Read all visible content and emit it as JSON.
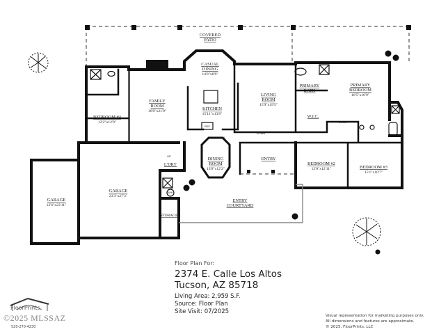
{
  "rooms": {
    "covered_patio": {
      "line1": "COVERED",
      "line2": "PATIO"
    },
    "casual_dining": {
      "line1": "CASUAL",
      "line2": "DINING",
      "dims": "14'0\"x8'9\""
    },
    "family_room": {
      "line1": "FAMILY",
      "line2": "ROOM",
      "dims": "16'0\"x21'9\""
    },
    "kitchen": {
      "line1": "KITCHEN",
      "dims": "15'11\"x13'8\""
    },
    "bedroom4": {
      "line1": "BEDROOM #4",
      "dims": "12'2\"x12'9\""
    },
    "living_room": {
      "line1": "LIVING",
      "line2": "ROOM",
      "dims": "15'9\"x19'5\""
    },
    "primary_bath": {
      "line1": "PRIMARY",
      "line2": "BATH"
    },
    "primary_bedroom": {
      "line1": "PRIMARY",
      "line2": "BEDROOM",
      "dims": "16'5\"x16'9\""
    },
    "wic": {
      "line1": "W.I.C."
    },
    "bedroom2": {
      "line1": "BEDROOM #2",
      "dims": "12'0\"x12'11\""
    },
    "bedroom3": {
      "line1": "BEDROOM #3",
      "dims": "15'1\"x10'7\""
    },
    "dining_room": {
      "line1": "DINING",
      "line2": "ROOM",
      "dims": "13'0\"x12'2\""
    },
    "entry": {
      "line1": "ENTRY"
    },
    "entry_courtyard": {
      "line1": "ENTRY",
      "line2": "COURTYARD"
    },
    "garage_large": {
      "line1": "GARAGE",
      "dims": "23'3\"x27'3\""
    },
    "garage_small": {
      "line1": "GARAGE",
      "dims": "13'6\"x23'11\""
    },
    "laundry": {
      "line1": "L'DRY"
    },
    "storage": {
      "line1": "STORAGE"
    }
  },
  "annotations": {
    "ref": "REF",
    "down": "DOWN",
    "up": "UP",
    "wh": "W/H"
  },
  "info": {
    "floor_plan_for": "Floor Plan For:",
    "address1": "2374 E. Calle Los Altos",
    "address2": "Tucson, AZ  85718",
    "living_area": "Living Area:  2,959 S.F.",
    "source": "Source:  Floor Plan",
    "site_visit": "Site Visit:  07/2025"
  },
  "disclaimer": {
    "line1": "Visual representation for marketing purposes only.",
    "line2": "All dimensions and features are approximate.",
    "line3": "© 2025, FloorPrints, LLC"
  },
  "logo": {
    "brand": "FloorPrints",
    "watermark": "©2025 MLSSAZ",
    "phone": "520-270-4230"
  },
  "colors": {
    "walls": "#111111",
    "text": "#222222",
    "logo_green": "#6ab04c"
  }
}
